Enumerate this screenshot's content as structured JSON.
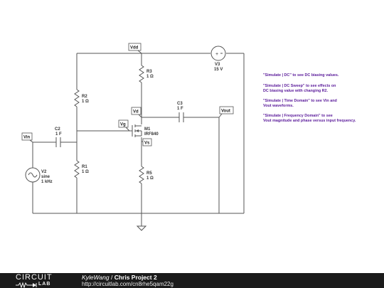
{
  "schematic": {
    "labels": {
      "vdd": "Vdd",
      "vd": "Vd",
      "vg": "Vg",
      "vs": "Vs",
      "vin": "Vin",
      "vout": "Vout"
    },
    "components": {
      "v3": {
        "name": "V3",
        "value": "15 V"
      },
      "r3": {
        "name": "R3",
        "value": "1 Ω"
      },
      "r2": {
        "name": "R2",
        "value": "1 Ω"
      },
      "r1": {
        "name": "R1",
        "value": "1 Ω"
      },
      "r5": {
        "name": "R5",
        "value": "1 Ω"
      },
      "c2": {
        "name": "C2",
        "value": "1 F"
      },
      "c3": {
        "name": "C3",
        "value": "1 F"
      },
      "m1": {
        "name": "M1",
        "value": "IRF840"
      },
      "v2": {
        "name": "V2",
        "type": "sine",
        "freq": "1 kHz"
      }
    },
    "notes": [
      "\"Simulate | DC\" to see DC biasing values.",
      "\"Simulate | DC Sweep\" to see effects on",
      "DC biasing value with changing R2.",
      "\"Simulate | Time Domain\" to see Vin and",
      "Vout waveforms.",
      "\"Simulate | Frequency Domain\" to see",
      "Vout magnitude and phase versus input frequency."
    ]
  },
  "footer": {
    "logo_top": "CIRCUIT",
    "logo_bottom": "LAB",
    "author": "KyleWang",
    "separator": " / ",
    "project": "Chris Project 2",
    "url": "http://circuitlab.com/cn8rhe5qam22g"
  }
}
